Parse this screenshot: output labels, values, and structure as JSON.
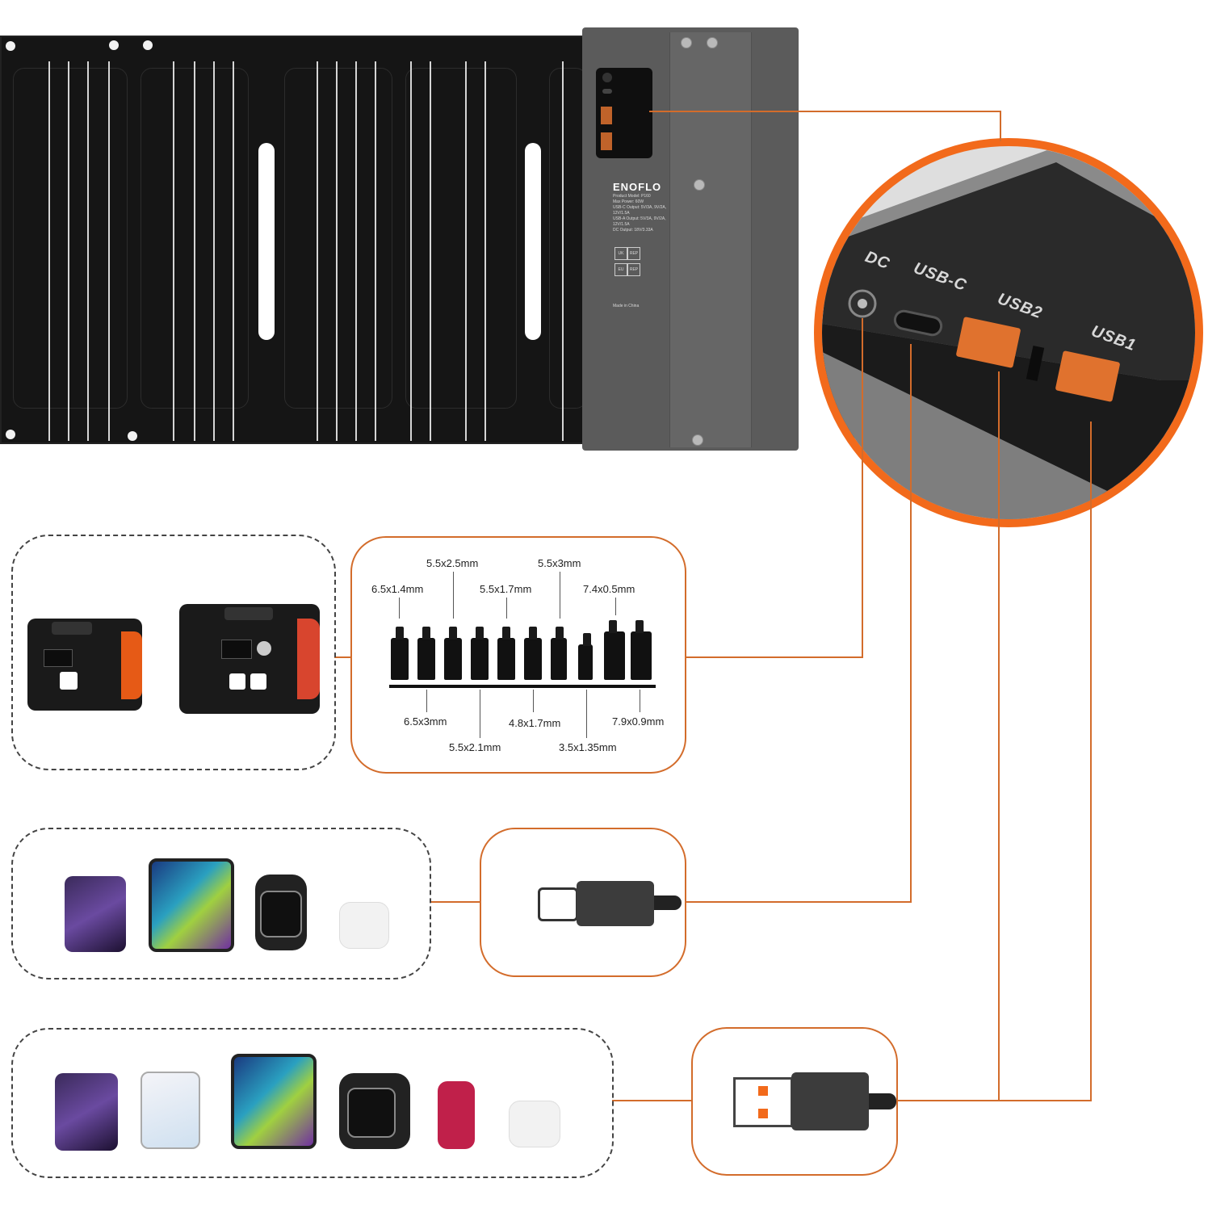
{
  "panel": {
    "brand": "ENOFLO",
    "spec_lines": [
      "Product Model: P160",
      "Max Power: 60W",
      "USB-C Output: 5V/3A, 9V/2A, 12V/1.5A",
      "USB-A Output: 5V/3A, 9V/2A, 12V/1.5A",
      "DC Output: 18V/3.33A"
    ],
    "port_labels": [
      "DC",
      "USB-C",
      "USB2",
      "USB1"
    ],
    "made_in": "Made in China",
    "cert_labels": [
      "UK",
      "REP",
      "EU",
      "REP"
    ]
  },
  "zoom": {
    "port_labels": [
      "DC",
      "USB-C",
      "USB2",
      "USB1"
    ]
  },
  "dc_tips": {
    "top_labels": [
      "6.5x1.4mm",
      "5.5x2.5mm",
      "5.5x1.7mm",
      "5.5x3mm",
      "7.4x0.5mm"
    ],
    "bottom_labels": [
      "6.5x3mm",
      "5.5x2.1mm",
      "4.8x1.7mm",
      "3.5x1.35mm",
      "7.9x0.9mm"
    ]
  },
  "colors": {
    "accent": "#f26a1b",
    "line": "#d36c2b",
    "panel": "#151515"
  },
  "devices": {
    "row1": [
      "power-station-small",
      "power-station-large"
    ],
    "row2": [
      "phone",
      "tablet",
      "smartwatch",
      "earbuds"
    ],
    "row3": [
      "phone",
      "phone-2",
      "tablet",
      "smartwatch",
      "fitness-band",
      "earbuds"
    ]
  }
}
